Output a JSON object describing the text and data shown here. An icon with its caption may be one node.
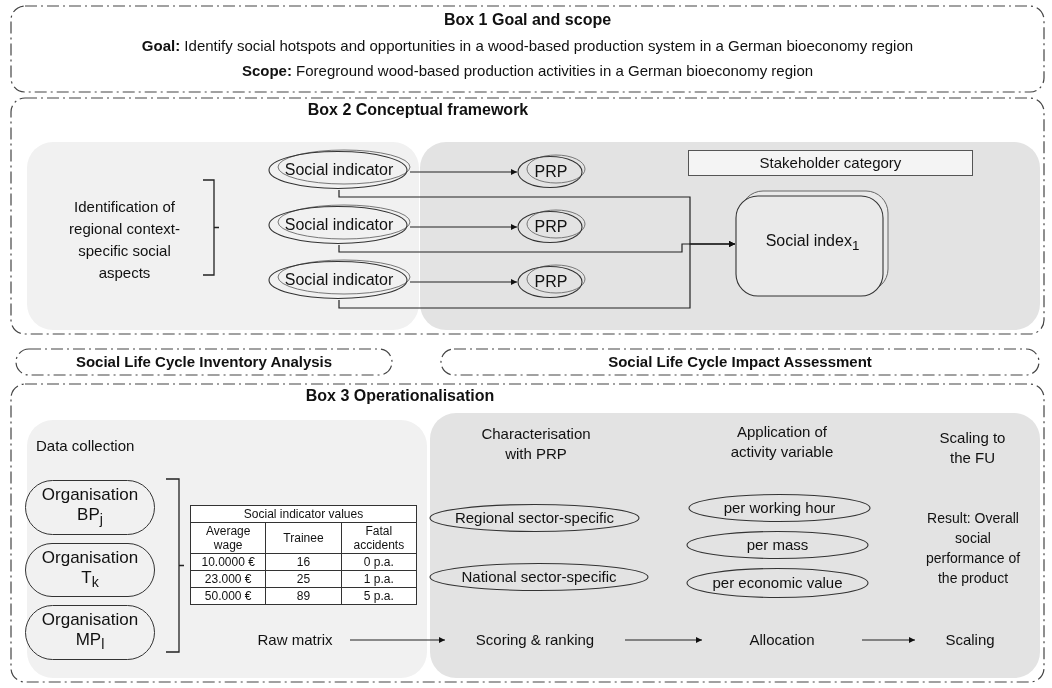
{
  "diagram": {
    "nodes": [
      {
        "text": [
          "Box 1 Goal and scope",
          "**Goal:** Identify social hotspots and opportunities in a wood-based production system in a German bioeconomy region",
          "**Scope:** Foreground wood-based production activities in a German bioeconomy region"
        ]
      },
      {
        "text": [
          "Box 2 Conceptual framework"
        ]
      },
      {
        "text": [
          "Identification of regional context-specific social aspects"
        ],
        "in": 1
      },
      {
        "text": [],
        "shape": "box",
        "in": 1
      },
      {
        "text": [
          "Social indicator"
        ],
        "in": 2
      },
      {
        "text": [
          "PRP"
        ],
        "in": 3
      },
      {
        "text": [
          "Stakeholder category"
        ],
        "in": 3
      },
      {
        "text": [
          "Social indicator"
        ],
        "in": 2
      },
      {
        "text": [
          "PRP"
        ],
        "in": 3
      },
      {
        "text": [
          "Social index$_{1}$"
        ],
        "in": 3
      },
      {
        "text": [
          "Social indicator"
        ],
        "in": 2
      },
      {
        "text": [
          "PRP"
        ],
        "in": 3
      },
      {
        "text": [
          "Social Life Cycle Inventory Analysis"
        ]
      },
      {
        "text": [
          "Social Life Cycle Impact Assessment"
        ]
      },
      {
        "text": [
          "Box 3 Operationalisation"
        ]
      },
      {
        "text": [
          "Data collection"
        ],
        "in": 14
      },
      {
        "text": [
          "Organisation BP$_{j}$"
        ],
        "in": 15
      },
      {
        "text": [
          "Organisation T$_{k}$"
        ],
        "in": 15
      },
      {
        "text": [
          "Organisation MP$_{l}$"
        ],
        "in": 15
      },
      {
        "text": [
          "Raw matrix"
        ],
        "in": 15
      },
      {
        "text": [
          "Characterisation with PRP",
          "Application of activity variable",
          "Scaling to the FU",
          "Result: Overall social performance of the product"
        ],
        "in": 14
      },
      {
        "text": [
          "Regional sector-specific"
        ],
        "in": 20
      },
      {
        "text": [
          "National sector-specific"
        ],
        "in": 20
      },
      {
        "text": [
          "per working hour"
        ],
        "in": 20
      },
      {
        "text": [
          "per mass"
        ],
        "in": 20
      },
      {
        "text": [
          "per economic value"
        ],
        "in": 20
      },
      {
        "text": [
          "Scoring & ranking"
        ],
        "in": 20
      },
      {
        "text": [
          "Allocation"
        ],
        "in": 20
      },
      {
        "text": [
          "Scaling"
        ],
        "in": 20
      }
    ],
    "edges": [
      {
        "from": 4,
        "to": 5,
        "arrow": "to"
      },
      {
        "from": 7,
        "to": 8,
        "arrow": "to"
      },
      {
        "from": 10,
        "to": 11,
        "arrow": "to"
      },
      {
        "from": 4,
        "to": 9,
        "arrow": "to"
      },
      {
        "from": 7,
        "to": 9,
        "arrow": "to"
      },
      {
        "from": 10,
        "to": 9,
        "arrow": "to"
      },
      {
        "from": 19,
        "to": 26,
        "arrow": "to"
      },
      {
        "from": 26,
        "to": 27,
        "arrow": "to"
      },
      {
        "from": 27,
        "to": 28,
        "arrow": "to"
      }
    ],
    "labels": [
      "Social indicator values",
      "Average wage",
      "Trainee",
      "Fatal accidents",
      "10.0000 €",
      "16",
      "0 p.a.",
      "23.000 €",
      "25",
      "1 p.a.",
      "50.000 €",
      "89",
      "5 p.a."
    ]
  }
}
